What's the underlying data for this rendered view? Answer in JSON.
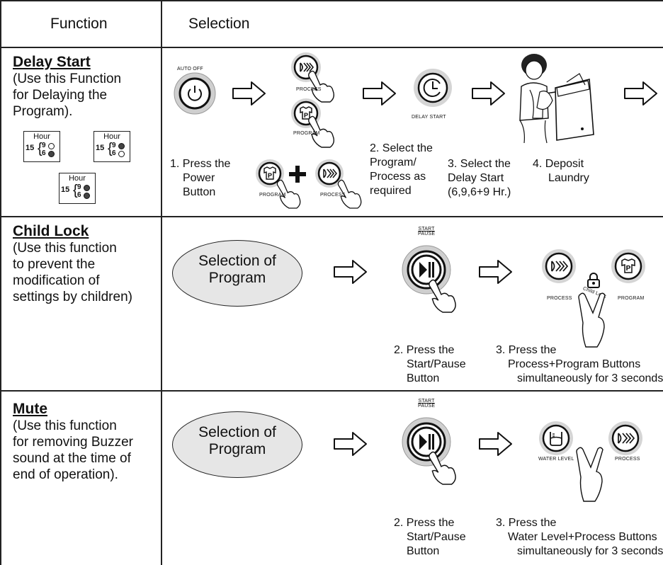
{
  "header": {
    "function": "Function",
    "selection": "Selection"
  },
  "delay_start": {
    "title": "Delay Start",
    "desc": [
      "(Use this Function",
      "for Delaying the",
      "Program)."
    ],
    "hour_label": "Hour",
    "hour_value": "15",
    "h9": "9",
    "h6": "6",
    "hour_boxes": [
      {
        "led9": "off",
        "led6": "on"
      },
      {
        "led9": "on",
        "led6": "off"
      },
      {
        "led9": "on",
        "led6": "on"
      }
    ],
    "auto_off": "AUTO OFF",
    "process": "PROCESS",
    "program": "PROGRAM",
    "delay_start_label": "DELAY START",
    "step1": [
      "1. Press the",
      "Power",
      "Button"
    ],
    "step2": [
      "2. Select the",
      "Program/",
      "Process as",
      "required"
    ],
    "step3": [
      "3. Select the",
      "Delay Start",
      "(6,9,6+9 Hr.)"
    ],
    "step4": [
      "4. Deposit",
      "Laundry"
    ]
  },
  "child_lock": {
    "title": "Child Lock",
    "desc": [
      "(Use this function",
      "to prevent the",
      "modification of",
      "settings by  children)"
    ],
    "selection": [
      "Selection of",
      "Program"
    ],
    "start_pause": [
      "START",
      "PAUSE"
    ],
    "process": "PROCESS",
    "program": "PROGRAM",
    "child_lock_label": "Child Lock",
    "step2": [
      "2. Press the",
      "Start/Pause",
      "Button"
    ],
    "step3": [
      "3. Press the",
      "Process+Program Buttons",
      "simultaneously for 3 seconds."
    ]
  },
  "mute": {
    "title": "Mute",
    "desc": [
      "(Use this function",
      "for removing Buzzer",
      "sound at the time of",
      "end of operation)."
    ],
    "selection": [
      "Selection of",
      "Program"
    ],
    "start_pause": [
      "START",
      "PAUSE"
    ],
    "water_level": "WATER LEVEL",
    "process": "PROCESS",
    "step2": [
      "2. Press the",
      "Start/Pause",
      "Button"
    ],
    "step3": [
      "3. Press the",
      "Water Level+Process Buttons",
      "simultaneously for 3 seconds."
    ]
  }
}
